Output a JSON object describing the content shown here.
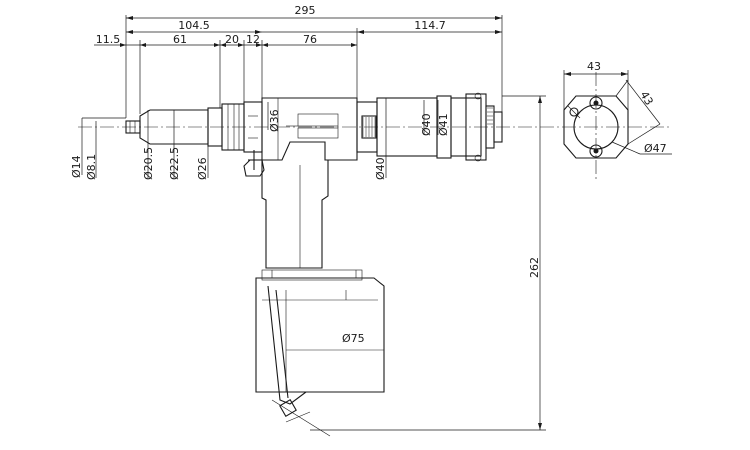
{
  "dimensions": {
    "overall_length": "295",
    "front_length": "104.5",
    "rear_length": "114.7",
    "nose_tip": "11.5",
    "nose_length": "61",
    "collar_a": "20",
    "collar_b": "12",
    "body_length": "76",
    "dia_nose": "Ø14",
    "dia_tip": "Ø8.1",
    "dia_sleeve": "Ø20.5",
    "dia_sleeve2": "Ø22.5",
    "dia_collar": "Ø26",
    "dia_head": "Ø36",
    "dia_body": "Ø40",
    "dia_motor": "Ø40",
    "dia_motor2": "Ø41",
    "dia_canister": "Ø75",
    "overall_height": "262",
    "end_width": "43",
    "end_diag": "43",
    "end_dia": "Ø47"
  }
}
